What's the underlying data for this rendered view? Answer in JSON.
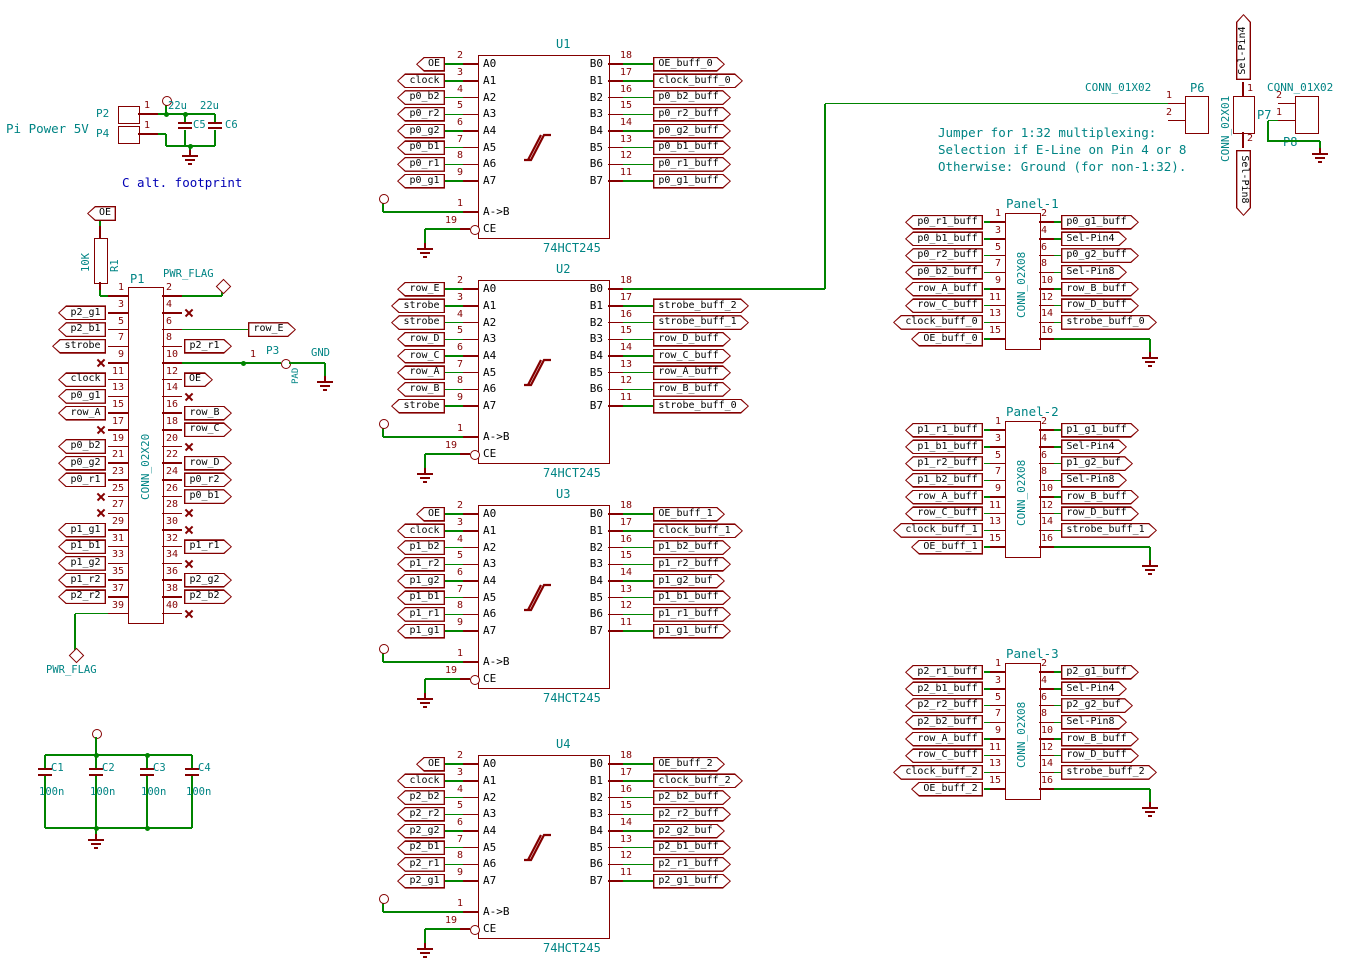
{
  "colors": {
    "wire": "#008400",
    "part": "#840000",
    "ref_text": "#008484",
    "note": "#008484",
    "note_blue": "#0000b4",
    "label_text": "#000000",
    "background": "#ffffff"
  },
  "notes": {
    "pi_power": "Pi Power 5V",
    "c_alt": "C alt. footprint",
    "jumper_line1": "Jumper for 1:32 multiplexing:",
    "jumper_line2": "Selection if E-Line on Pin 4 or 8",
    "jumper_line3": "Otherwise: Ground (for non-1:32)."
  },
  "power": {
    "p2_ref": "P2",
    "p4_ref": "P4",
    "pin": "1",
    "c5_ref": "C5",
    "c6_ref": "C6",
    "cap_value": "22u"
  },
  "r1": {
    "ref": "R1",
    "value": "10K",
    "label": "OE"
  },
  "pwr_flag": "PWR_FLAG",
  "p3": {
    "ref": "P3",
    "value": "PAD",
    "pin": "1",
    "gnd": "GND"
  },
  "p1": {
    "ref": "P1",
    "value": "CONN_02X20",
    "left": [
      {
        "num": "1"
      },
      {
        "num": "3",
        "label": "p2_g1"
      },
      {
        "num": "5",
        "label": "p2_b1"
      },
      {
        "num": "7",
        "label": "strobe"
      },
      {
        "num": "9",
        "nc": true
      },
      {
        "num": "11",
        "label": "clock"
      },
      {
        "num": "13",
        "label": "p0_g1"
      },
      {
        "num": "15",
        "label": "row_A"
      },
      {
        "num": "17",
        "nc": true
      },
      {
        "num": "19",
        "label": "p0_b2"
      },
      {
        "num": "21",
        "label": "p0_g2"
      },
      {
        "num": "23",
        "label": "p0_r1"
      },
      {
        "num": "25",
        "nc": true
      },
      {
        "num": "27",
        "nc": true
      },
      {
        "num": "29",
        "label": "p1_g1"
      },
      {
        "num": "31",
        "label": "p1_b1"
      },
      {
        "num": "33",
        "label": "p1_g2"
      },
      {
        "num": "35",
        "label": "p1_r2"
      },
      {
        "num": "37",
        "label": "p2_r2"
      },
      {
        "num": "39"
      }
    ],
    "right": [
      {
        "num": "2"
      },
      {
        "num": "4",
        "nc": true
      },
      {
        "num": "6",
        "label": "row_E"
      },
      {
        "num": "8",
        "label": "p2_r1"
      },
      {
        "num": "10"
      },
      {
        "num": "12",
        "label": "OE"
      },
      {
        "num": "14",
        "nc": true
      },
      {
        "num": "16",
        "label": "row_B"
      },
      {
        "num": "18",
        "label": "row_C"
      },
      {
        "num": "20",
        "nc": true
      },
      {
        "num": "22",
        "label": "row_D"
      },
      {
        "num": "24",
        "label": "p0_r2"
      },
      {
        "num": "26",
        "label": "p0_b1"
      },
      {
        "num": "28",
        "nc": true
      },
      {
        "num": "30",
        "nc": true
      },
      {
        "num": "32",
        "label": "p1_r1"
      },
      {
        "num": "34",
        "nc": true
      },
      {
        "num": "36",
        "label": "p2_g2"
      },
      {
        "num": "38",
        "label": "p2_b2"
      },
      {
        "num": "40",
        "nc": true
      }
    ]
  },
  "ic_common": {
    "value": "74HCT245",
    "a_names": [
      "A0",
      "A1",
      "A2",
      "A3",
      "A4",
      "A5",
      "A6",
      "A7"
    ],
    "b_names": [
      "B0",
      "B1",
      "B2",
      "B3",
      "B4",
      "B5",
      "B6",
      "B7"
    ],
    "left_pins": [
      "2",
      "3",
      "4",
      "5",
      "6",
      "7",
      "8",
      "9"
    ],
    "right_pins": [
      "18",
      "17",
      "16",
      "15",
      "14",
      "13",
      "12",
      "11"
    ],
    "ab_name": "A->B",
    "ab_pin": "1",
    "ce_name": "CE",
    "ce_pin": "19"
  },
  "ics": [
    {
      "ref": "U1",
      "inputs": [
        "OE",
        "clock",
        "p0_b2",
        "p0_r2",
        "p0_g2",
        "p0_b1",
        "p0_r1",
        "p0_g1"
      ],
      "outputs": [
        "OE_buff_0",
        "clock_buff_0",
        "p0_b2_buff",
        "p0_r2_buff",
        "p0_g2_buff",
        "p0_b1_buff",
        "p0_r1_buff",
        "p0_g1_buff"
      ]
    },
    {
      "ref": "U2",
      "inputs": [
        "row_E",
        "strobe",
        "strobe",
        "row_D",
        "row_C",
        "row_A",
        "row_B",
        "strobe"
      ],
      "outputs": [
        "",
        "strobe_buff_2",
        "strobe_buff_1",
        "row_D_buff",
        "row_C_buff",
        "row_A_buff",
        "row_B_buff",
        "strobe_buff_0"
      ]
    },
    {
      "ref": "U3",
      "inputs": [
        "OE",
        "clock",
        "p1_b2",
        "p1_r2",
        "p1_g2",
        "p1_b1",
        "p1_r1",
        "p1_g1"
      ],
      "outputs": [
        "OE_buff_1",
        "clock_buff_1",
        "p1_b2_buff",
        "p1_r2_buff",
        "p1_g2_buf",
        "p1_b1_buff",
        "p1_r1_buff",
        "p1_g1_buff"
      ]
    },
    {
      "ref": "U4",
      "inputs": [
        "OE",
        "clock",
        "p2_b2",
        "p2_r2",
        "p2_g2",
        "p2_b1",
        "p2_r1",
        "p2_g1"
      ],
      "outputs": [
        "OE_buff_2",
        "clock_buff_2",
        "p2_b2_buff",
        "p2_r2_buff",
        "p2_g2_buf",
        "p2_b1_buff",
        "p2_r1_buff",
        "p2_g1_buff"
      ]
    }
  ],
  "panels": [
    {
      "title": "Panel-1",
      "value": "CONN_02X08",
      "left": [
        {
          "num": "1",
          "label": "p0_r1_buff"
        },
        {
          "num": "3",
          "label": "p0_b1_buff"
        },
        {
          "num": "5",
          "label": "p0_r2_buff"
        },
        {
          "num": "7",
          "label": "p0_b2_buff"
        },
        {
          "num": "9",
          "label": "row_A_buff"
        },
        {
          "num": "11",
          "label": "row_C_buff"
        },
        {
          "num": "13",
          "label": "clock_buff_0"
        },
        {
          "num": "15",
          "label": "OE_buff_0"
        }
      ],
      "right": [
        {
          "num": "2",
          "label": "p0_g1_buff"
        },
        {
          "num": "4",
          "label": "Sel-Pin4"
        },
        {
          "num": "6",
          "label": "p0_g2_buff"
        },
        {
          "num": "8",
          "label": "Sel-Pin8"
        },
        {
          "num": "10",
          "label": "row_B_buff"
        },
        {
          "num": "12",
          "label": "row_D_buff"
        },
        {
          "num": "14",
          "label": "strobe_buff_0"
        },
        {
          "num": "16",
          "label": ""
        }
      ]
    },
    {
      "title": "Panel-2",
      "value": "CONN_02X08",
      "left": [
        {
          "num": "1",
          "label": "p1_r1_buff"
        },
        {
          "num": "3",
          "label": "p1_b1_buff"
        },
        {
          "num": "5",
          "label": "p1_r2_buff"
        },
        {
          "num": "7",
          "label": "p1_b2_buff"
        },
        {
          "num": "9",
          "label": "row_A_buff"
        },
        {
          "num": "11",
          "label": "row_C_buff"
        },
        {
          "num": "13",
          "label": "clock_buff_1"
        },
        {
          "num": "15",
          "label": "OE_buff_1"
        }
      ],
      "right": [
        {
          "num": "2",
          "label": "p1_g1_buff"
        },
        {
          "num": "4",
          "label": "Sel-Pin4"
        },
        {
          "num": "6",
          "label": "p1_g2_buf"
        },
        {
          "num": "8",
          "label": "Sel-Pin8"
        },
        {
          "num": "10",
          "label": "row_B_buff"
        },
        {
          "num": "12",
          "label": "row_D_buff"
        },
        {
          "num": "14",
          "label": "strobe_buff_1"
        },
        {
          "num": "16",
          "label": ""
        }
      ]
    },
    {
      "title": "Panel-3",
      "value": "CONN_02X08",
      "left": [
        {
          "num": "1",
          "label": "p2_r1_buff"
        },
        {
          "num": "3",
          "label": "p2_b1_buff"
        },
        {
          "num": "5",
          "label": "p2_r2_buff"
        },
        {
          "num": "7",
          "label": "p2_b2_buff"
        },
        {
          "num": "9",
          "label": "row_A_buff"
        },
        {
          "num": "11",
          "label": "row_C_buff"
        },
        {
          "num": "13",
          "label": "clock_buff_2"
        },
        {
          "num": "15",
          "label": "OE_buff_2"
        }
      ],
      "right": [
        {
          "num": "2",
          "label": "p2_g1_buff"
        },
        {
          "num": "4",
          "label": "Sel-Pin4"
        },
        {
          "num": "6",
          "label": "p2_g2_buf"
        },
        {
          "num": "8",
          "label": "Sel-Pin8"
        },
        {
          "num": "10",
          "label": "row_B_buff"
        },
        {
          "num": "12",
          "label": "row_D_buff"
        },
        {
          "num": "14",
          "label": "strobe_buff_2"
        },
        {
          "num": "16",
          "label": ""
        }
      ]
    }
  ],
  "jumper": {
    "p6_ref": "P6",
    "p6_value": "CONN_01X02",
    "p6_pins": [
      "1",
      "2"
    ],
    "p7_ref": "P7",
    "p7_value": "CONN_02X01",
    "p7_pins": [
      "1",
      "2"
    ],
    "p8_ref": "P8",
    "p8_value": "CONN_01X02",
    "p8_pins": [
      "2",
      "1"
    ],
    "sel_pin4": "Sel-Pin4",
    "sel_pin8": "Sel-Pin8"
  },
  "caps": [
    {
      "ref": "C1",
      "value": "100n"
    },
    {
      "ref": "C2",
      "value": "100n"
    },
    {
      "ref": "C3",
      "value": "100n"
    },
    {
      "ref": "C4",
      "value": "100n"
    }
  ]
}
